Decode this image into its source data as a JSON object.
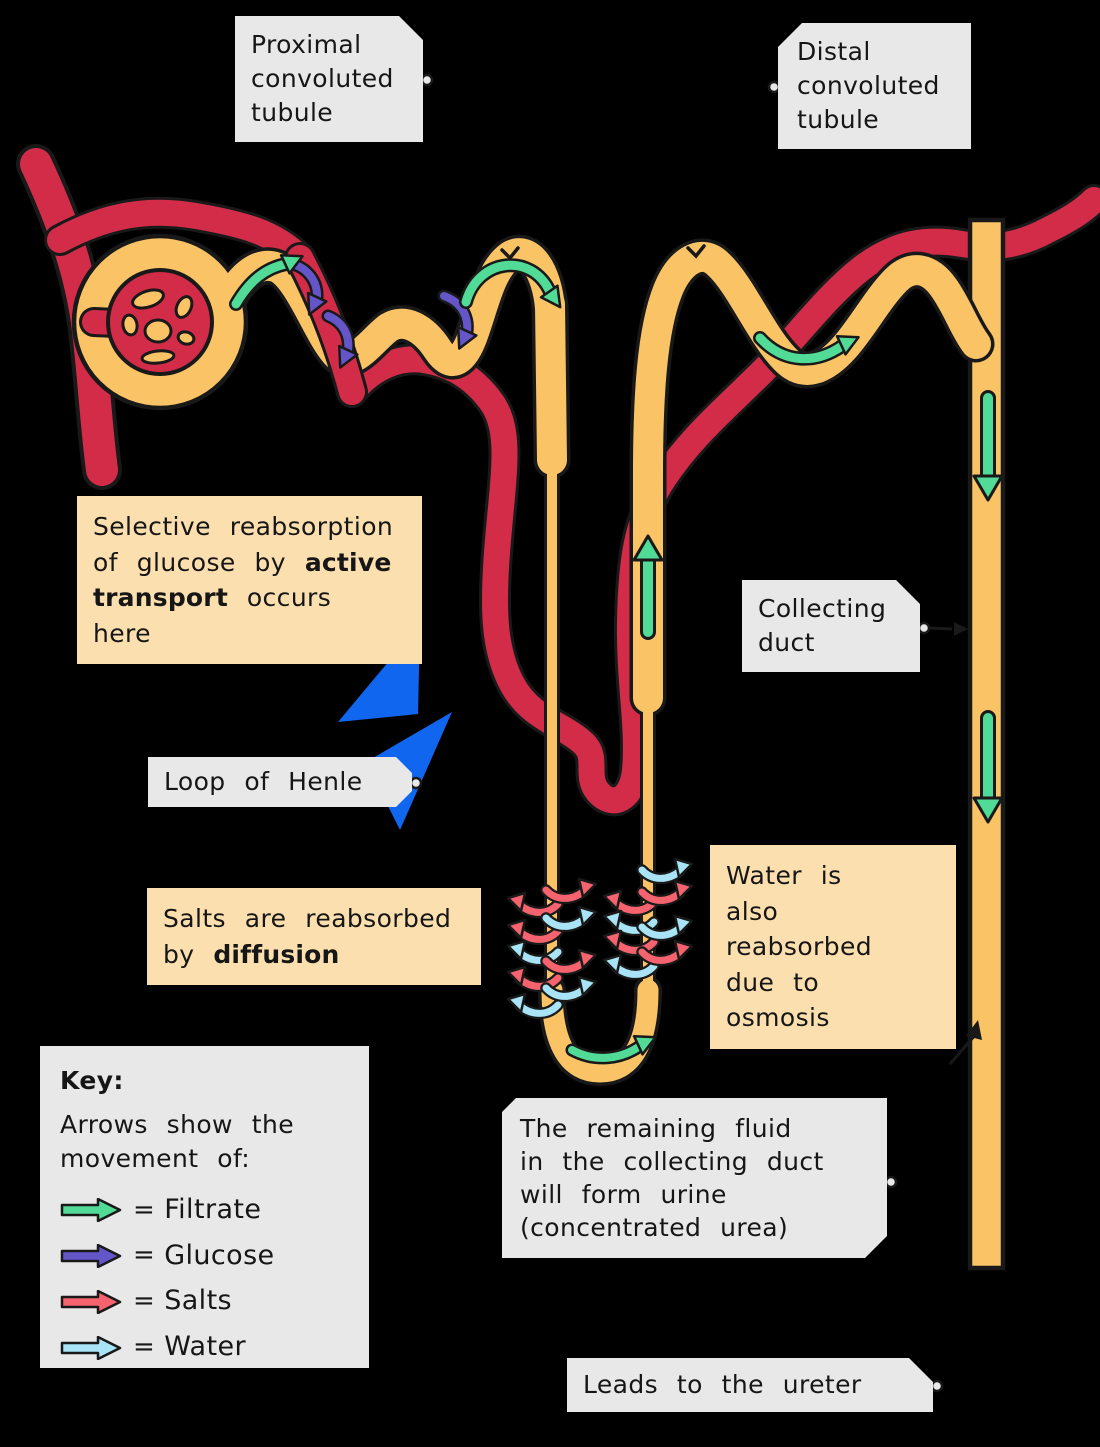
{
  "colors": {
    "bg": "#000000",
    "yellow": "#F9C366",
    "red": "#D22C49",
    "green": "#52DB96",
    "purple": "#6455C8",
    "salmon": "#F4636E",
    "water": "#A8E4F5",
    "bolt": "#1166F0",
    "label": "#E8E8E8",
    "note": "#FBDFAF",
    "ink": "#161616"
  },
  "labels": {
    "proximal_lines": [
      "Proximal",
      "convoluted",
      "tubule"
    ],
    "distal_lines": [
      "Distal",
      "convoluted",
      "tubule"
    ],
    "collecting_lines": [
      "Collecting",
      "duct"
    ],
    "loop": "Loop of Henle",
    "remaining_lines": [
      "The remaining fluid",
      "in the collecting duct",
      "will form urine",
      "(concentrated urea)"
    ],
    "ureter": "Leads to the ureter"
  },
  "notes": {
    "selective": {
      "pre": "Selective reabsorption of glucose by ",
      "bold": "active transport",
      "post": " occurs here"
    },
    "salts": {
      "pre": "Salts are reabsorbed by ",
      "bold": "diffusion",
      "post": ""
    },
    "water": {
      "lines": [
        "Water is",
        "also reabsorbed",
        "due to osmosis"
      ]
    }
  },
  "key": {
    "title": "Key:",
    "subtitle": "Arrows show the movement of:",
    "eq": "=",
    "items": [
      {
        "label": "Filtrate",
        "color": "#52DB96"
      },
      {
        "label": "Glucose",
        "color": "#6455C8"
      },
      {
        "label": "Salts",
        "color": "#F4636E"
      },
      {
        "label": "Water",
        "color": "#A8E4F5"
      }
    ]
  }
}
